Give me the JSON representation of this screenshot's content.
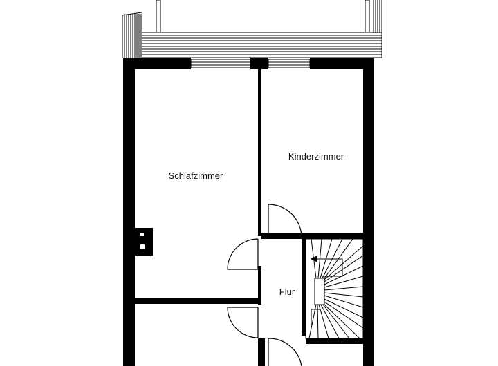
{
  "floor_plan": {
    "rooms": [
      {
        "label": "Schlafzimmer"
      },
      {
        "label": "Kinderzimmer"
      },
      {
        "label": "Flur"
      }
    ],
    "colors": {
      "wall": "#000000",
      "background": "#ffffff",
      "line": "#000000"
    },
    "symbols": [
      "balcony-railing",
      "window",
      "door-swing",
      "staircase",
      "chimney"
    ]
  }
}
